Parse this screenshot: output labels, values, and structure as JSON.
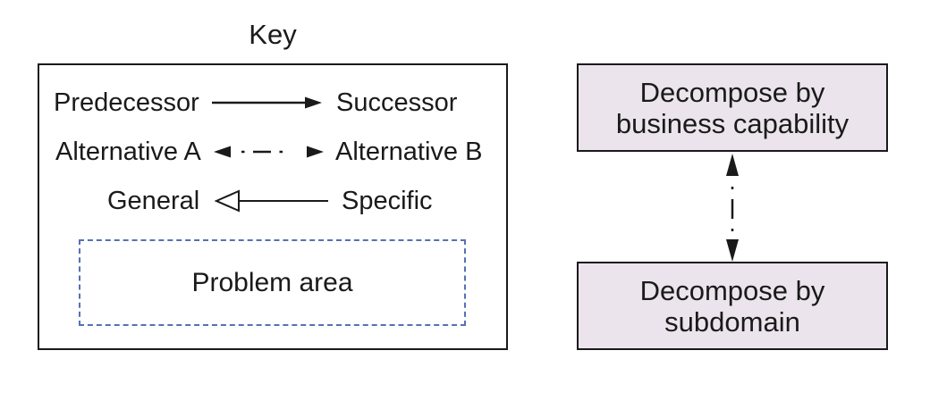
{
  "key": {
    "title": "Key",
    "rows": [
      {
        "left": "Predecessor",
        "right": "Successor",
        "arrow_style": "solid-line-filled-right-arrow"
      },
      {
        "left": "Alternative A",
        "right": "Alternative B",
        "arrow_style": "dash-dot-line-filled-arrows-both-ends"
      },
      {
        "left": "General",
        "right": "Specific",
        "arrow_style": "solid-line-hollow-triangle-left"
      }
    ],
    "problem_area_label": "Problem area"
  },
  "diagram": {
    "top_box": {
      "line1": "Decompose by",
      "line2": "business capability"
    },
    "bottom_box": {
      "line1": "Decompose by",
      "line2": "subdomain"
    },
    "connector_style": "vertical-dash-dot-double-arrow"
  },
  "colors": {
    "background": "#ffffff",
    "text": "#1a1a1a",
    "box_border": "#1a1a1a",
    "box_fill": "#ece4ec",
    "problem_area_border": "#5571b5"
  }
}
